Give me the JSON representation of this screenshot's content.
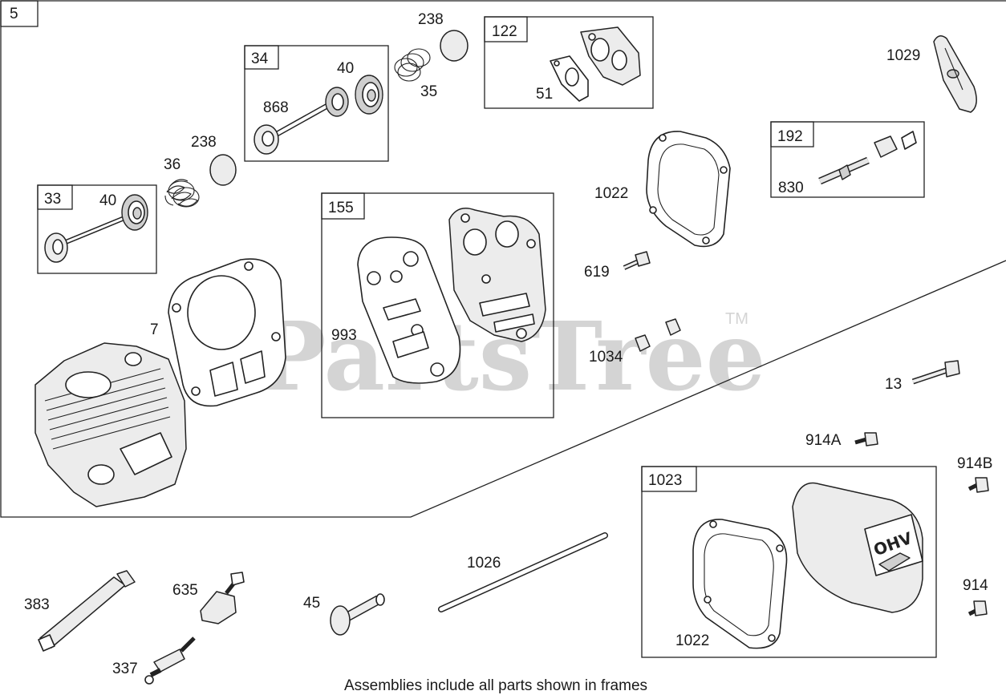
{
  "watermark": {
    "brand": "PartsTree",
    "tm": "TM"
  },
  "caption": "Assemblies include all parts shown in frames",
  "group_label": "5",
  "frames": [
    {
      "id": "33",
      "parts": [
        "40"
      ]
    },
    {
      "id": "34",
      "parts": [
        "868",
        "40"
      ]
    },
    {
      "id": "122",
      "parts": [
        "51"
      ]
    },
    {
      "id": "155",
      "parts": [
        "993"
      ]
    },
    {
      "id": "192",
      "parts": [
        "830"
      ]
    },
    {
      "id": "1023",
      "parts": [
        "1022"
      ]
    }
  ],
  "callouts": {
    "p238a": "238",
    "p238b": "238",
    "p36": "36",
    "p35": "35",
    "p40a": "40",
    "p40b": "40",
    "p868": "868",
    "p51": "51",
    "p1029": "1029",
    "p830": "830",
    "p1022a": "1022",
    "p619": "619",
    "p7": "7",
    "p993": "993",
    "p1034": "1034",
    "p13": "13",
    "p914A": "914A",
    "p914B": "914B",
    "p914": "914",
    "p1022b": "1022",
    "p1026": "1026",
    "p383": "383",
    "p635": "635",
    "p45": "45",
    "p337": "337"
  }
}
